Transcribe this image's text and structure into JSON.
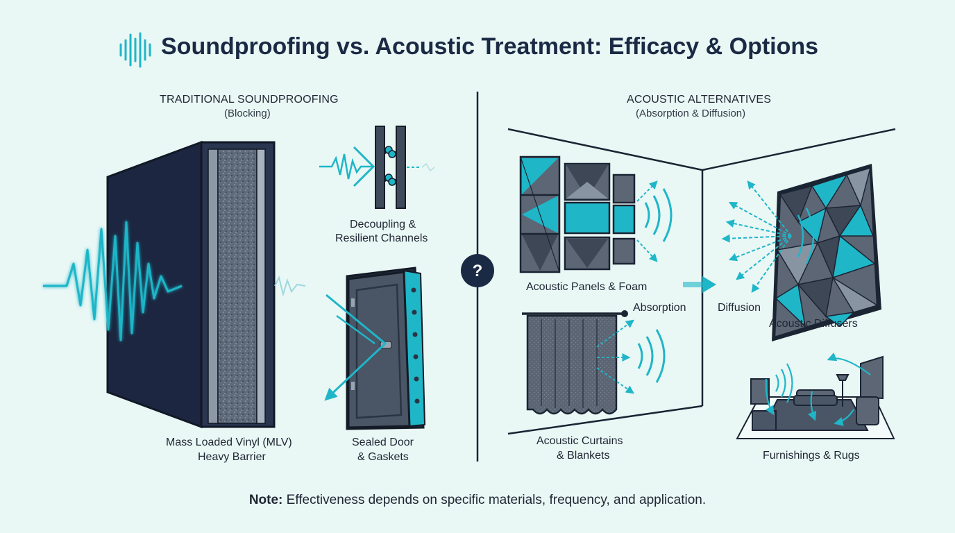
{
  "title": "Soundproofing vs. Acoustic Treatment: Efficacy & Options",
  "left_section": {
    "header": "TRADITIONAL SOUNDPROOFING",
    "subheader": "(Blocking)",
    "items": {
      "mlv_line1": "Mass Loaded Vinyl (MLV)",
      "mlv_line2": "Heavy Barrier",
      "decoupling_line1": "Decoupling &",
      "decoupling_line2": "Resilient Channels",
      "door_line1": "Sealed Door",
      "door_line2": "& Gaskets"
    }
  },
  "divider_symbol": "?",
  "right_section": {
    "header": "ACOUSTIC ALTERNATIVES",
    "subheader": "(Absorption & Diffusion)",
    "items": {
      "panels": "Acoustic Panels & Foam",
      "absorption": "Absorption",
      "diffusion": "Diffusion",
      "diffusers": "Acoustic Diffusers",
      "curtains_line1": "Acoustic Curtains",
      "curtains_line2": "& Blankets",
      "furnishings": "Furnishings & Rugs"
    }
  },
  "note": {
    "label": "Note:",
    "text": " Effectiveness depends on specific materials, frequency, and application."
  },
  "colors": {
    "background": "#e9f7f5",
    "accent_teal": "#1fb6c8",
    "dark_navy": "#1b2a44",
    "panel_gray": "#5c6675"
  },
  "icons": [
    "sound-wave-icon",
    "question-icon",
    "arrow-right-icon"
  ]
}
